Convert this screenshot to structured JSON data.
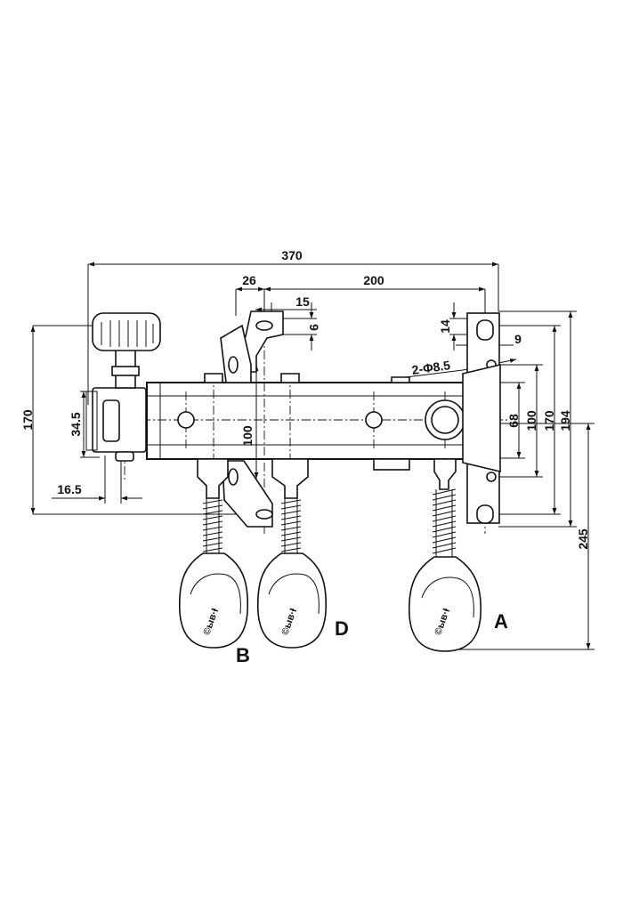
{
  "dimensions": {
    "overall_width": "370",
    "bracket_offset": "26",
    "hole_spacing": "200",
    "slot_width": "15",
    "slot_height": "9",
    "right_slot_height": "14",
    "right_slot_width": "9",
    "holes_note": "2-Φ8.5",
    "plate_height_68": "68",
    "height_100_right": "100",
    "height_170_right": "170",
    "height_194": "194",
    "height_245": "245",
    "height_170_left": "170",
    "block_34_5": "34.5",
    "offset_16_5": "16.5",
    "center_100": "100"
  },
  "labels": {
    "lever_a": "A",
    "lever_b": "B",
    "lever_d": "D"
  },
  "colors": {
    "line": "#111111",
    "background": "#ffffff"
  }
}
